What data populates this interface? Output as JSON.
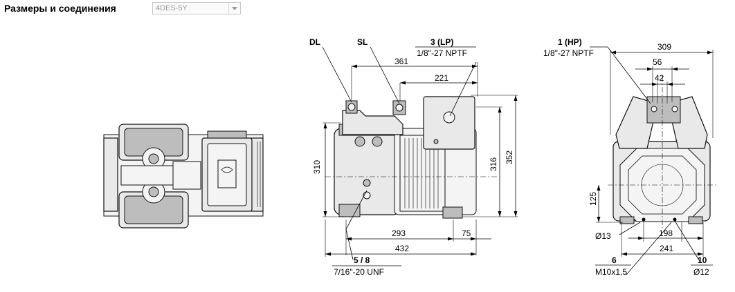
{
  "header": {
    "title": "Размеры и соединения",
    "model_select": {
      "value": "4DES-5Y"
    }
  },
  "front_view": {
    "connections": {
      "dl": "DL",
      "sl": "SL",
      "lp_label": "3 (LP)",
      "lp_thread": "1/8\"-27 NPTF",
      "bottom_label": "5 / 8",
      "bottom_thread": "7/16\"-20 UNF"
    },
    "dims": {
      "d361": "361",
      "d221": "221",
      "d310": "310",
      "d316": "316",
      "d352": "352",
      "d293": "293",
      "d75": "75",
      "d432": "432"
    }
  },
  "side_view": {
    "connections": {
      "hp_label": "1 (HP)",
      "hp_thread": "1/8\"-27 NPTF",
      "c6_label": "6",
      "c6_thread": "M10x1,5",
      "c10_label": "10",
      "c10_size": "Ø12"
    },
    "dims": {
      "d309": "309",
      "d56": "56",
      "d42": "42",
      "d125": "125",
      "d13": "Ø13",
      "d198": "198",
      "d241": "241"
    }
  }
}
